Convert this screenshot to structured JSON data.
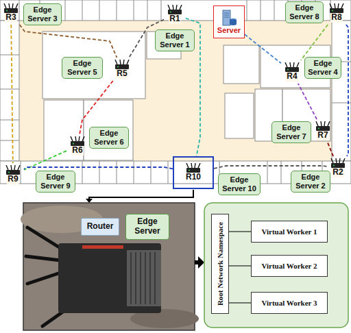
{
  "diagram": {
    "nodes": [
      {
        "text": [
          "R3"
        ]
      },
      {
        "text": [
          "Edge Server 3"
        ]
      },
      {
        "text": [
          "R1"
        ]
      },
      {
        "text": [
          "Edge Server 1"
        ]
      },
      {
        "text": [
          "Server"
        ]
      },
      {
        "text": [
          "Edge Server 8"
        ]
      },
      {
        "text": [
          "R8"
        ]
      },
      {
        "text": [
          "Edge Server 5"
        ]
      },
      {
        "text": [
          "R5"
        ]
      },
      {
        "text": [
          "R4"
        ]
      },
      {
        "text": [
          "Edge Server 4"
        ]
      },
      {
        "text": [
          "Edge Server 7"
        ]
      },
      {
        "text": [
          "R7"
        ]
      },
      {
        "text": [
          "R6"
        ]
      },
      {
        "text": [
          "Edge Server 6"
        ]
      },
      {
        "text": [
          "R9"
        ]
      },
      {
        "text": [
          "Edge Server 9"
        ]
      },
      {
        "text": [
          "R10"
        ]
      },
      {
        "text": [
          "Edge Server 10"
        ]
      },
      {
        "text": [
          "Edge Server 2"
        ]
      },
      {
        "text": [
          "R2"
        ]
      },
      {
        "text": [
          "Router"
        ]
      },
      {
        "text": [
          "Edge Server"
        ]
      },
      {
        "text": [
          "Root Network Namespace"
        ]
      },
      {
        "text": [
          "Virtual Worker 1"
        ]
      },
      {
        "text": [
          "Virtual Worker 2"
        ]
      },
      {
        "text": [
          "Virtual Worker 3"
        ]
      }
    ],
    "edges": [
      {
        "from": 0,
        "to": 15,
        "arrow": "none"
      },
      {
        "from": 0,
        "to": 8,
        "arrow": "none"
      },
      {
        "from": 2,
        "to": 8,
        "arrow": "none"
      },
      {
        "from": 2,
        "to": 17,
        "arrow": "none"
      },
      {
        "from": 8,
        "to": 13,
        "arrow": "none"
      },
      {
        "from": 13,
        "to": 15,
        "arrow": "none"
      },
      {
        "from": 17,
        "to": 15,
        "arrow": "none"
      },
      {
        "from": 17,
        "to": 20,
        "arrow": "none"
      },
      {
        "from": 20,
        "to": 12,
        "arrow": "none"
      },
      {
        "from": 12,
        "to": 9,
        "arrow": "none"
      },
      {
        "from": 4,
        "to": 9,
        "arrow": "none"
      },
      {
        "from": 6,
        "to": 9,
        "arrow": "none"
      },
      {
        "from": 6,
        "to": 20,
        "arrow": "none"
      },
      {
        "from": 23,
        "to": 24,
        "arrow": "none"
      },
      {
        "from": 23,
        "to": 25,
        "arrow": "none"
      },
      {
        "from": 23,
        "to": 26,
        "arrow": "none"
      }
    ]
  }
}
